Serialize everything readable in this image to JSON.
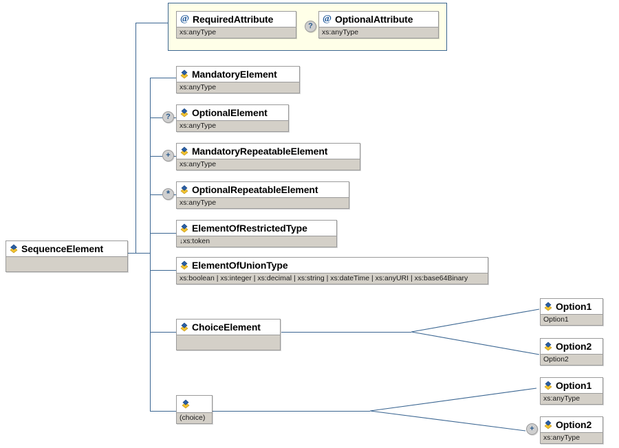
{
  "diagram": {
    "title": "XML Schema structure diagram",
    "colors": {
      "line": "#3a6591",
      "attribute_group_bg": "#ffffe8",
      "node_border": "#9a9a9a",
      "type_row_bg": "#d4d0c8",
      "marker_bg": "#cfcfcf",
      "icon_blue": "#1e5799",
      "icon_yellow": "#f2c230"
    },
    "root": {
      "name": "SequenceElement",
      "type": "",
      "icon": "element-icon"
    },
    "attributes": [
      {
        "name": "RequiredAttribute",
        "type": "xs:anyType",
        "icon": "attribute-icon",
        "marker": ""
      },
      {
        "name": "OptionalAttribute",
        "type": "xs:anyType",
        "icon": "attribute-icon",
        "marker": "?"
      }
    ],
    "elements": [
      {
        "name": "MandatoryElement",
        "type": "xs:anyType",
        "icon": "element-icon",
        "marker": ""
      },
      {
        "name": "OptionalElement",
        "type": "xs:anyType",
        "icon": "element-icon",
        "marker": "?"
      },
      {
        "name": "MandatoryRepeatableElement",
        "type": "xs:anyType",
        "icon": "element-icon",
        "marker": "+"
      },
      {
        "name": "OptionalRepeatableElement",
        "type": "xs:anyType",
        "icon": "element-icon",
        "marker": "*"
      },
      {
        "name": "ElementOfRestrictedType",
        "type": "xs:token",
        "icon": "element-icon",
        "marker": "",
        "restriction_arrow": "↓"
      },
      {
        "name": "ElementOfUnionType",
        "type": "xs:boolean | xs:integer | xs:decimal | xs:string | xs:dateTime | xs:anyURI | xs:base64Binary",
        "icon": "element-icon",
        "marker": ""
      },
      {
        "name": "ChoiceElement",
        "type": "",
        "icon": "element-icon",
        "marker": ""
      }
    ],
    "choice_group": {
      "label": "(choice)",
      "icon": "element-icon"
    },
    "choice_element_options": [
      {
        "name": "Option1",
        "type": "Option1",
        "icon": "element-icon",
        "marker": ""
      },
      {
        "name": "Option2",
        "type": "Option2",
        "icon": "element-icon",
        "marker": ""
      }
    ],
    "choice_group_options": [
      {
        "name": "Option1",
        "type": "xs:anyType",
        "icon": "element-icon",
        "marker": ""
      },
      {
        "name": "Option2",
        "type": "xs:anyType",
        "icon": "element-icon",
        "marker": "+"
      }
    ]
  }
}
